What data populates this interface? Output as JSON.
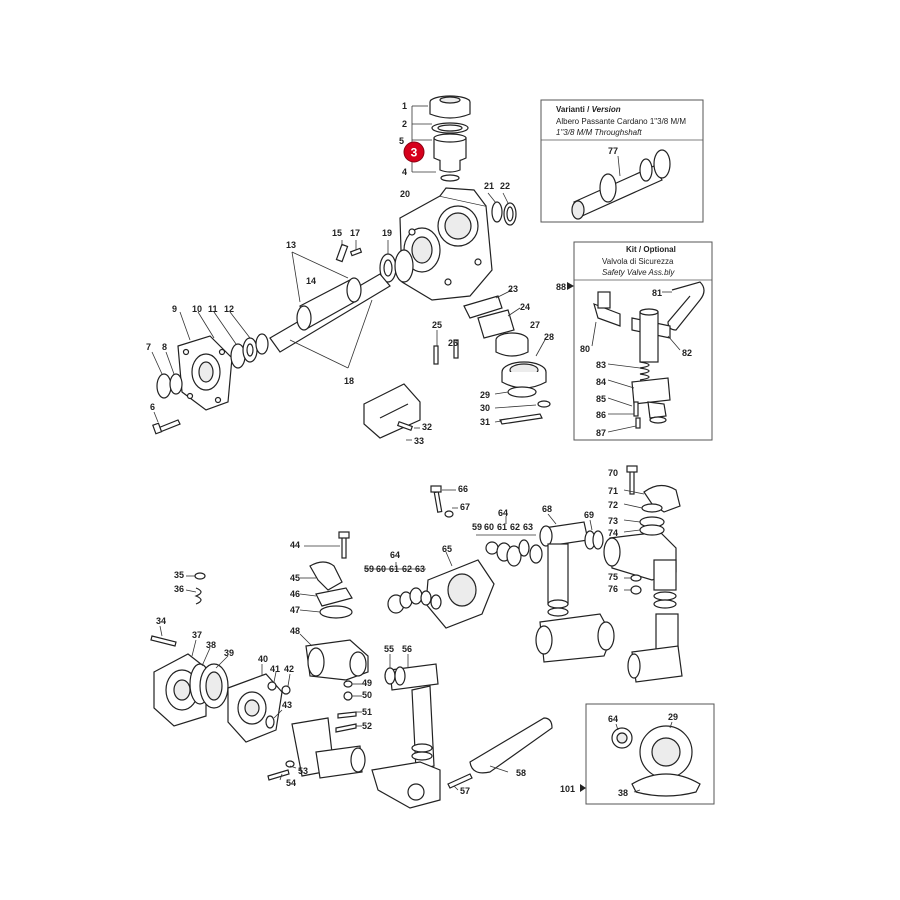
{
  "highlight": {
    "label": "3",
    "color": "#d6001c"
  },
  "version_box": {
    "title_a": "Varianti",
    "title_sep": "/",
    "title_b": "Version",
    "line1": "Albero Passante Cardano 1\"3/8 M/M",
    "line2": "1\"3/8 M/M Throughshaft",
    "part": "77"
  },
  "kit_box": {
    "title_a": "Kit",
    "title_sep": "/",
    "title_b": "Optional",
    "line1": "Valvola di Sicurezza",
    "line2": "Safety Valve Ass.bly",
    "group": "88",
    "parts": [
      "81",
      "80",
      "82",
      "83",
      "84",
      "85",
      "86",
      "87"
    ]
  },
  "set_box": {
    "group": "101",
    "parts": [
      "64",
      "29",
      "38"
    ]
  },
  "labels": [
    "1",
    "2",
    "5",
    "4",
    "20",
    "21",
    "22",
    "15",
    "17",
    "19",
    "13",
    "14",
    "9",
    "10",
    "11",
    "12",
    "7",
    "8",
    "6",
    "18",
    "23",
    "24",
    "25",
    "26",
    "27",
    "28",
    "29",
    "30",
    "31",
    "32",
    "33",
    "66",
    "67",
    "64",
    "59",
    "60",
    "61",
    "62",
    "63",
    "65",
    "44",
    "45",
    "46",
    "47",
    "64b",
    "59b",
    "60b",
    "61b",
    "62b",
    "63b",
    "35",
    "36",
    "34",
    "37",
    "38",
    "39",
    "40",
    "41",
    "42",
    "43",
    "48",
    "49",
    "50",
    "51",
    "52",
    "53",
    "54",
    "55",
    "56",
    "57",
    "58",
    "68",
    "69",
    "70",
    "71",
    "72",
    "73",
    "74",
    "75",
    "76"
  ],
  "label_text": {
    "1": "1",
    "2": "2",
    "5": "5",
    "4": "4",
    "20": "20",
    "21": "21",
    "22": "22",
    "15": "15",
    "17": "17",
    "19": "19",
    "13": "13",
    "14": "14",
    "9": "9",
    "10": "10",
    "11": "11",
    "12": "12",
    "7": "7",
    "8": "8",
    "6": "6",
    "18": "18",
    "23": "23",
    "24": "24",
    "25": "25",
    "26": "26",
    "27": "27",
    "28": "28",
    "29": "29",
    "30": "30",
    "31": "31",
    "32": "32",
    "33": "33",
    "66": "66",
    "67": "67",
    "64": "64",
    "59": "59",
    "60": "60",
    "61": "61",
    "62": "62",
    "63": "63",
    "65": "65",
    "44": "44",
    "45": "45",
    "46": "46",
    "47": "47",
    "64b": "64",
    "59b": "59",
    "60b": "60",
    "61b": "61",
    "62b": "62",
    "63b": "63",
    "35": "35",
    "36": "36",
    "34": "34",
    "37": "37",
    "38": "38",
    "39": "39",
    "40": "40",
    "41": "41",
    "42": "42",
    "43": "43",
    "48": "48",
    "49": "49",
    "50": "50",
    "51": "51",
    "52": "52",
    "53": "53",
    "54": "54",
    "55": "55",
    "56": "56",
    "57": "57",
    "58": "58",
    "68": "68",
    "69": "69",
    "70": "70",
    "71": "71",
    "72": "72",
    "73": "73",
    "74": "74",
    "75": "75",
    "76": "76"
  }
}
